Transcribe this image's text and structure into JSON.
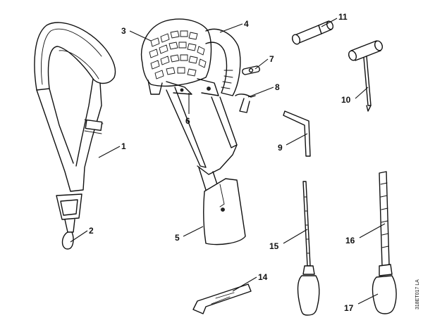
{
  "callouts": [
    {
      "id": "c1",
      "label": "1"
    },
    {
      "id": "c2",
      "label": "2"
    },
    {
      "id": "c3",
      "label": "3"
    },
    {
      "id": "c4",
      "label": "4"
    },
    {
      "id": "c5",
      "label": "5"
    },
    {
      "id": "c6",
      "label": "6"
    },
    {
      "id": "c7",
      "label": "7"
    },
    {
      "id": "c8",
      "label": "8"
    },
    {
      "id": "c9",
      "label": "9"
    },
    {
      "id": "c10",
      "label": "10"
    },
    {
      "id": "c11",
      "label": "11"
    },
    {
      "id": "c14",
      "label": "14"
    },
    {
      "id": "c15",
      "label": "15"
    },
    {
      "id": "c16",
      "label": "16"
    },
    {
      "id": "c17",
      "label": "17"
    }
  ],
  "drawing_code": "318ET017 LA"
}
